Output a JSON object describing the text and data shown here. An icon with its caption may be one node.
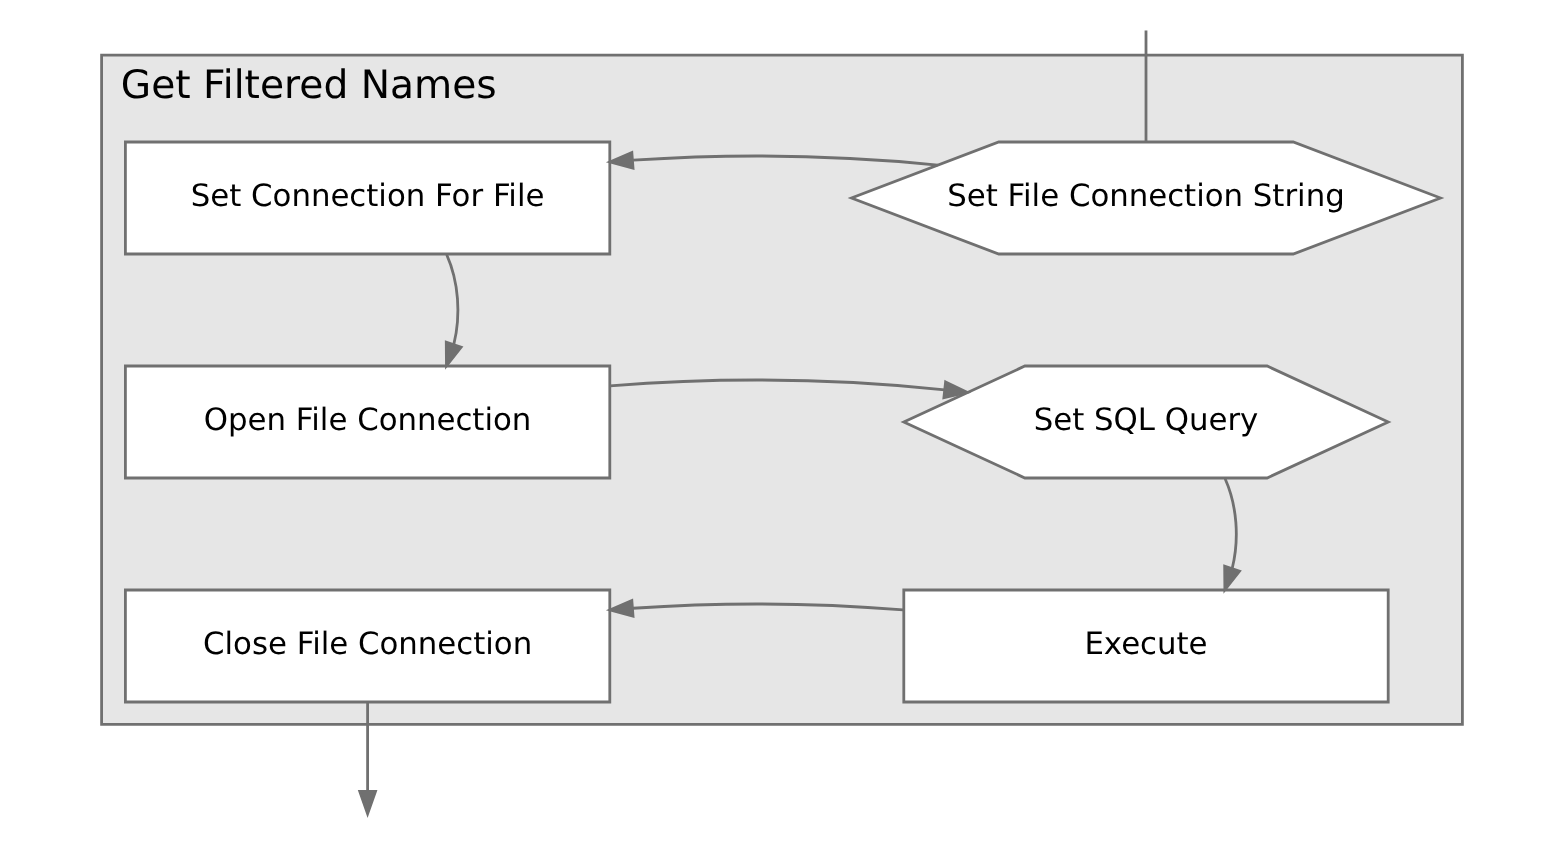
{
  "diagram": {
    "nodes": [
      {
        "text": [
          "Get Filtered Names"
        ]
      },
      {
        "text": [
          "Set Connection For File"
        ],
        "in": 0
      },
      {
        "text": [
          "Set File Connection String"
        ],
        "in": 0
      },
      {
        "text": [
          "Open File Connection"
        ],
        "in": 0
      },
      {
        "text": [
          "Set SQL Query"
        ],
        "in": 0
      },
      {
        "text": [
          "Close File Connection"
        ],
        "in": 0
      },
      {
        "text": [
          "Execute"
        ],
        "in": 0
      }
    ],
    "edges": [
      {
        "from": null,
        "to": 2,
        "arrow": "none"
      },
      {
        "from": 2,
        "to": 1,
        "arrow": "to"
      },
      {
        "from": 1,
        "to": 3,
        "arrow": "to"
      },
      {
        "from": 3,
        "to": 4,
        "arrow": "to"
      },
      {
        "from": 4,
        "to": 6,
        "arrow": "to"
      },
      {
        "from": 6,
        "to": 5,
        "arrow": "to"
      },
      {
        "from": 5,
        "to": null,
        "arrow": "to"
      }
    ]
  }
}
